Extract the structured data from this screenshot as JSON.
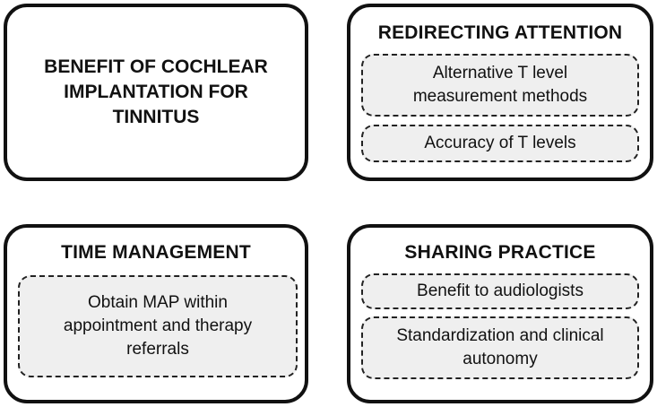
{
  "panels": {
    "benefit": {
      "title_line1": "BENEFIT OF COCHLEAR",
      "title_line2": "IMPLANTATION FOR",
      "title_line3": "TINNITUS"
    },
    "redirecting": {
      "title": "REDIRECTING ATTENTION",
      "items": [
        {
          "line1": "Alternative T level",
          "line2": "measurement methods"
        },
        {
          "line1": "Accuracy of T levels"
        }
      ]
    },
    "time": {
      "title": "TIME MANAGEMENT",
      "items": [
        {
          "line1": "Obtain MAP within",
          "line2": "appointment and therapy",
          "line3": "referrals"
        }
      ]
    },
    "sharing": {
      "title": "SHARING PRACTICE",
      "items": [
        {
          "line1": "Benefit to audiologists"
        },
        {
          "line1": "Standardization and clinical",
          "line2": "autonomy"
        }
      ]
    }
  }
}
